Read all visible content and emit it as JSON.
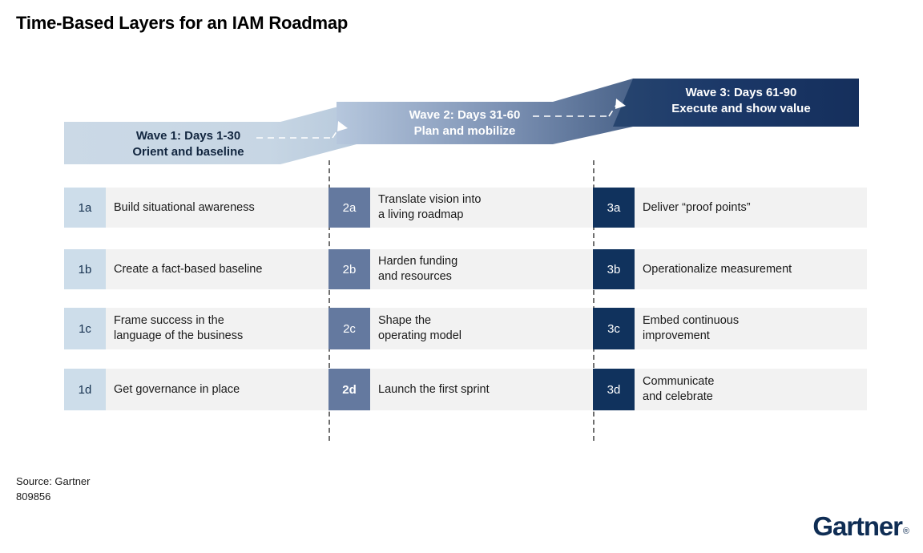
{
  "page_title": "Time-Based Layers for an IAM Roadmap",
  "waves": [
    {
      "id": "wave-1",
      "label": "Wave 1: Days 1-30\nOrient and baseline",
      "band_color": "#cbd9e6",
      "text_color": "#12263f"
    },
    {
      "id": "wave-2",
      "label": "Wave 2: Days 31-60\nPlan and mobilize",
      "band_color": "#64799f",
      "text_color": "#ffffff"
    },
    {
      "id": "wave-3",
      "label": "Wave 3: Days 61-90\nExecute and show value",
      "band_color": "#1b3868",
      "text_color": "#ffffff"
    }
  ],
  "rows": [
    {
      "c1": {
        "code": "1a",
        "text": "Build situational awareness"
      },
      "c2": {
        "code": "2a",
        "text": "Translate vision into\na living roadmap"
      },
      "c3": {
        "code": "3a",
        "text": "Deliver “proof points”"
      }
    },
    {
      "c1": {
        "code": "1b",
        "text": "Create a fact-based baseline"
      },
      "c2": {
        "code": "2b",
        "text": "Harden funding\nand resources"
      },
      "c3": {
        "code": "3b",
        "text": "Operationalize measurement"
      }
    },
    {
      "c1": {
        "code": "1c",
        "text": "Frame success in the\nlanguage of the business"
      },
      "c2": {
        "code": "2c",
        "text": "Shape the\noperating model"
      },
      "c3": {
        "code": "3c",
        "text": "Embed continuous\nimprovement"
      }
    },
    {
      "c1": {
        "code": "1d",
        "text": "Get governance in place"
      },
      "c2": {
        "code": "2d",
        "text": "Launch the first sprint"
      },
      "c3": {
        "code": "3d",
        "text": "Communicate\nand celebrate"
      }
    }
  ],
  "footer": {
    "source": "Source: Gartner\n809856",
    "logo_text": "Gartner",
    "logo_mark": "®"
  },
  "colors": {
    "badge_wave1": "#cdddea",
    "badge_wave2": "#64799f",
    "badge_wave3": "#10325d",
    "row_background": "#f2f2f2",
    "brand_navy": "#0f2d54",
    "separator": "#6f6f6f"
  }
}
